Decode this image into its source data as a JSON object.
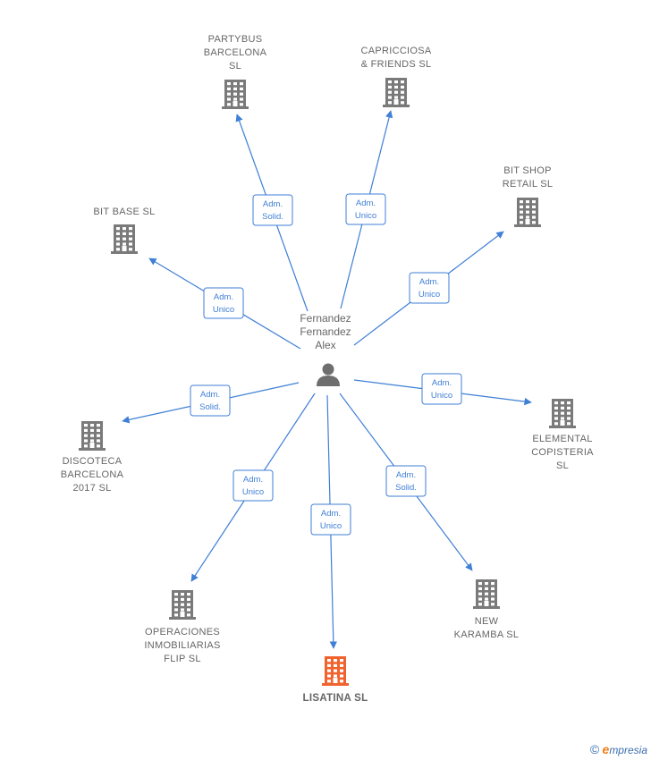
{
  "center": {
    "name_lines": [
      "Fernandez",
      "Fernandez",
      "Alex"
    ],
    "icon": "person-icon"
  },
  "companies": [
    {
      "id": "partybus",
      "lines": [
        "PARTYBUS",
        "BARCELONA",
        "SL"
      ],
      "role": [
        "Adm.",
        "Solid."
      ],
      "highlight": false,
      "icon": "building-icon"
    },
    {
      "id": "capricciosa",
      "lines": [
        "CAPRICCIOSA",
        "& FRIENDS  SL"
      ],
      "role": [
        "Adm.",
        "Unico"
      ],
      "highlight": false,
      "icon": "building-icon"
    },
    {
      "id": "bitshop",
      "lines": [
        "BIT SHOP",
        "RETAIL  SL"
      ],
      "role": [
        "Adm.",
        "Unico"
      ],
      "highlight": false,
      "icon": "building-icon"
    },
    {
      "id": "bitbase",
      "lines": [
        "BIT BASE  SL"
      ],
      "role": [
        "Adm.",
        "Unico"
      ],
      "highlight": false,
      "icon": "building-icon"
    },
    {
      "id": "elemental",
      "lines": [
        "ELEMENTAL",
        "COPISTERIA",
        "SL"
      ],
      "role": [
        "Adm.",
        "Unico"
      ],
      "highlight": false,
      "icon": "building-icon"
    },
    {
      "id": "discoteca",
      "lines": [
        "DISCOTECA",
        "BARCELONA",
        "2017  SL"
      ],
      "role": [
        "Adm.",
        "Solid."
      ],
      "highlight": false,
      "icon": "building-icon"
    },
    {
      "id": "operaciones",
      "lines": [
        "OPERACIONES",
        "INMOBILIARIAS",
        "FLIP  SL"
      ],
      "role": [
        "Adm.",
        "Unico"
      ],
      "highlight": false,
      "icon": "building-icon"
    },
    {
      "id": "lisatina",
      "lines": [
        "LISATINA  SL"
      ],
      "role": [
        "Adm.",
        "Unico"
      ],
      "highlight": true,
      "icon": "building-icon"
    },
    {
      "id": "newkaramba",
      "lines": [
        "NEW",
        "KARAMBA  SL"
      ],
      "role": [
        "Adm.",
        "Solid."
      ],
      "highlight": false,
      "icon": "building-icon"
    }
  ],
  "colors": {
    "edge": "#3f7fd6",
    "building": "#7a7a7a",
    "building_highlight": "#f0632e",
    "person": "#6e6e6e",
    "label": "#666666"
  },
  "watermark": {
    "symbol": "©",
    "brand_initial": "e",
    "brand_rest": "mpresia"
  }
}
